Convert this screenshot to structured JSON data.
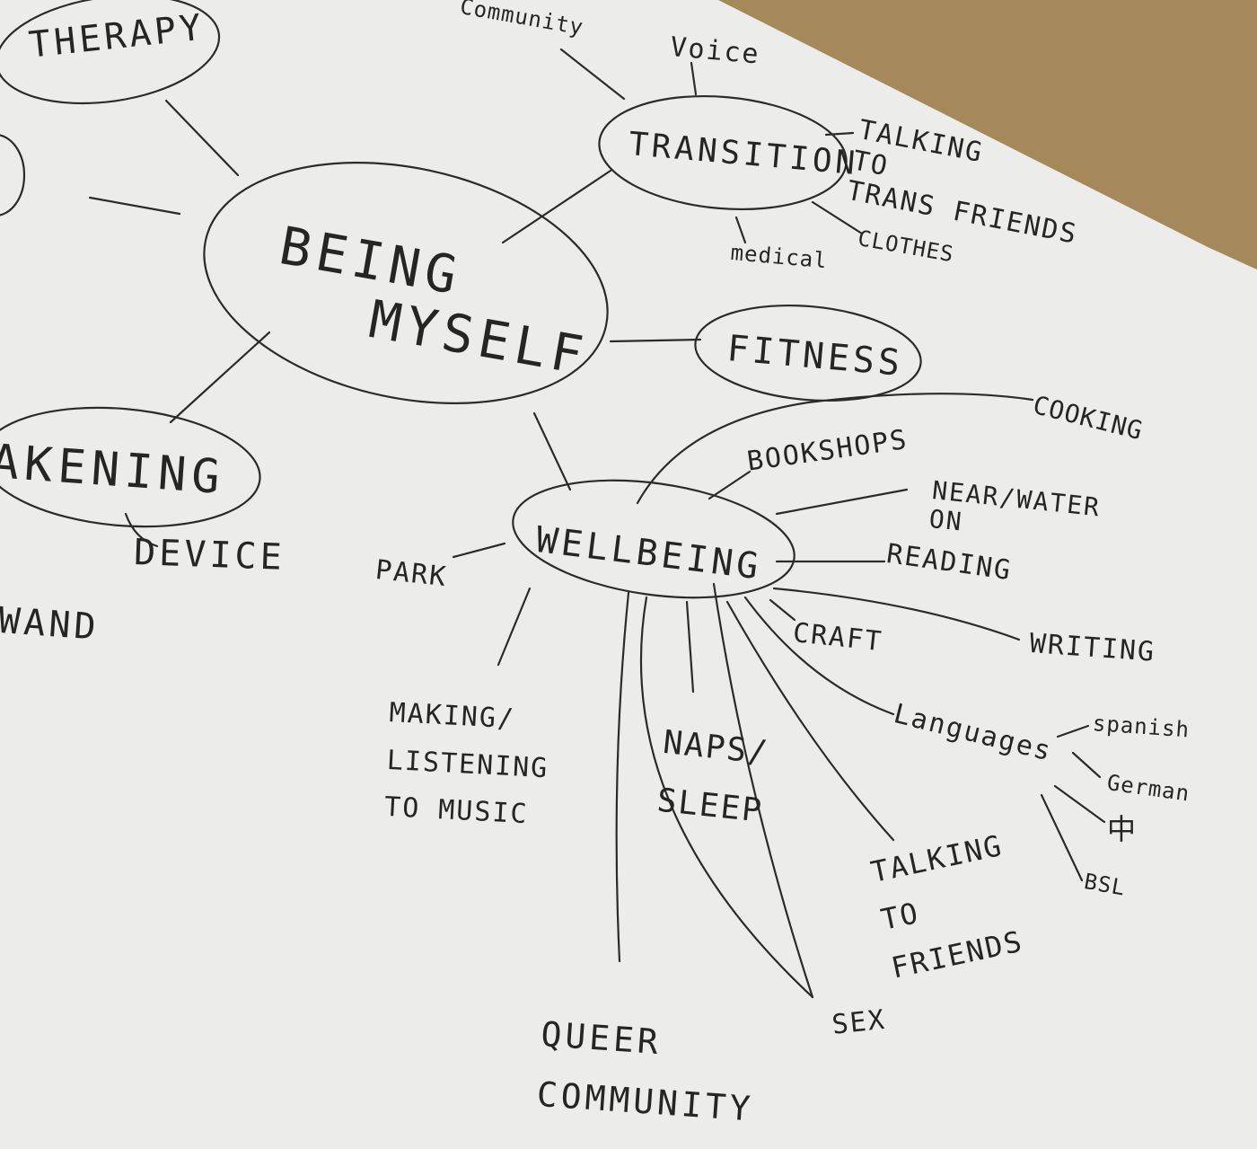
{
  "colors": {
    "paper": "#ececea",
    "ink": "#252525",
    "background": "#a6895a"
  },
  "mindmap": {
    "central": {
      "line1": "BEING",
      "line2": "MYSELF"
    },
    "therapy": "THERAPY",
    "community_top": "Community",
    "voice": "Voice",
    "transition": {
      "label": "TRANSITION",
      "talking_trans_friends": "TALKING\nTO\nTRANS FRIENDS",
      "medical": "medical",
      "clothes": "CLOTHES"
    },
    "fitness": "FITNESS",
    "awakening": "AKENING",
    "device": "DEVICE",
    "wand": "WAND",
    "wellbeing": {
      "label": "WELLBEING",
      "cooking": "COOKING",
      "bookshops": "BOOKSHOPS",
      "near_water": "NEAR/WATER\nON",
      "reading": "READING",
      "writing": "WRITING",
      "craft": "CRAFT",
      "languages": {
        "label": "Languages",
        "items": [
          "spanish",
          "German",
          "中",
          "BSL"
        ]
      },
      "park": "PARK",
      "making_music": "MAKING/\nLISTENING\nTO MUSIC",
      "naps_sleep": "NAPS/\nSLEEP",
      "talking_friends": "TALKING\nTO\nFRIENDS",
      "queer_community": "QUEER\nCOMMUNITY",
      "sex": "SEX"
    }
  }
}
